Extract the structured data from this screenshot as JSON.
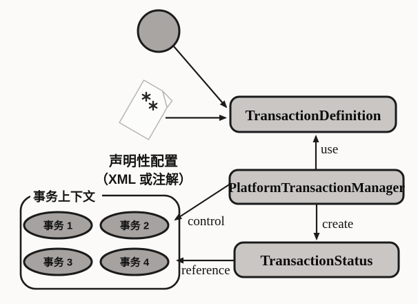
{
  "diagram": {
    "classes": {
      "transaction_definition": "TransactionDefinition",
      "platform_transaction_manager": "PlatformTransactionManager",
      "transaction_status": "TransactionStatus"
    },
    "edges": {
      "use": "use",
      "create": "create",
      "control": "control",
      "reference": "reference"
    },
    "declarative_config": {
      "line1": "声明性配置",
      "line2": "（XML 或注解）"
    },
    "transaction_context": {
      "label": "事务上下文",
      "transactions": [
        "事务 1",
        "事务 2",
        "事务 3",
        "事务 4"
      ]
    },
    "icons": {
      "actor": "actor-circle",
      "document": "config-document",
      "document_marks": "✱✱"
    },
    "colors": {
      "box_fill": "#c9c6c4",
      "ellipse_fill": "#a5a2a0",
      "circle_fill": "#a8a5a3",
      "line": "#1b1b1b",
      "background": "#fbfaf8"
    }
  }
}
